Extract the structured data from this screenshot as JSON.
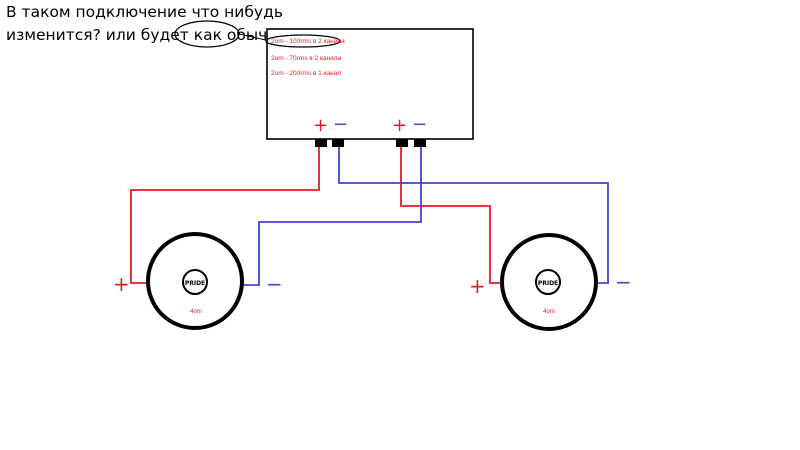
{
  "question": {
    "line1": "В таком подключение что нибудь",
    "line2": "изменится? или будет как обычно?"
  },
  "amp": {
    "notes": [
      "2om - 100rms в 2 канала",
      "2om - 70rms в 2 канала",
      "2om - 200rms в 1 канал"
    ],
    "terminals": [
      "+",
      "−",
      "+",
      "−"
    ]
  },
  "speakers": [
    {
      "brand": "PRIDE",
      "impedance": "4om",
      "plus": "+",
      "minus": "−"
    },
    {
      "brand": "PRIDE",
      "impedance": "4om",
      "plus": "+",
      "minus": "−"
    }
  ],
  "colors": {
    "positive_wire": "#e31c23",
    "negative_wire": "#3f48cc",
    "outline": "#000000"
  }
}
